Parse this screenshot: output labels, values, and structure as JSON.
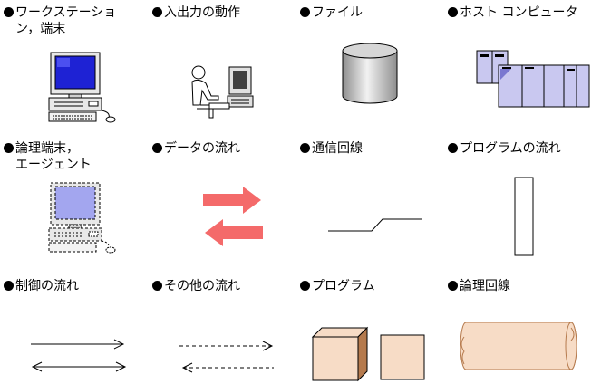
{
  "legend": [
    {
      "id": "workstation",
      "line1": "ワークステーショ",
      "line2": "ン，端末"
    },
    {
      "id": "io",
      "line1": "入出力の動作",
      "line2": ""
    },
    {
      "id": "file",
      "line1": "ファイル",
      "line2": ""
    },
    {
      "id": "host",
      "line1": "ホスト コンピュータ",
      "line2": ""
    },
    {
      "id": "logical-terminal",
      "line1": "論理端末，",
      "line2": "エージェント"
    },
    {
      "id": "data-flow",
      "line1": "データの流れ",
      "line2": ""
    },
    {
      "id": "comm-line",
      "line1": "通信回線",
      "line2": ""
    },
    {
      "id": "program-flow",
      "line1": "プログラムの流れ",
      "line2": ""
    },
    {
      "id": "control-flow",
      "line1": "制御の流れ",
      "line2": ""
    },
    {
      "id": "other-flow",
      "line1": "その他の流れ",
      "line2": ""
    },
    {
      "id": "program",
      "line1": "プログラム",
      "line2": ""
    },
    {
      "id": "logical-line",
      "line1": "論理回線",
      "line2": ""
    }
  ],
  "colors": {
    "data_arrow": "#f46a6a",
    "program_box": "#f7dcc6",
    "program_box_side": "#b57a4d",
    "host_panel": "#c9c8f0",
    "monitor_screen": "#1e22d4",
    "logical_screen": "#a3a6ef",
    "file_gray": "#b9b9b9"
  }
}
